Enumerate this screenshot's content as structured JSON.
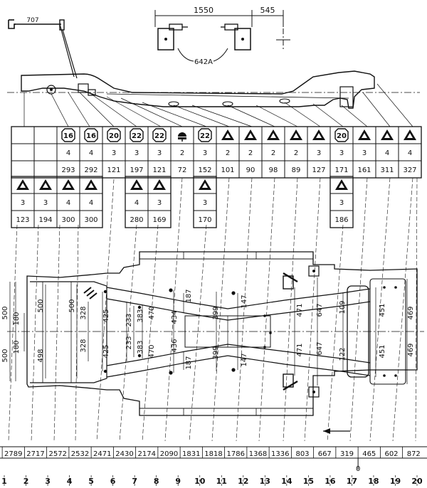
{
  "top": {
    "dim_left": "1550",
    "dim_right": "545",
    "label_642a": "642A",
    "label_707": "707"
  },
  "table_top": {
    "symbols": [
      "",
      "",
      "16",
      "16",
      "20",
      "22",
      "22",
      "dome",
      "22",
      "tri",
      "tri",
      "tri",
      "tri",
      "tri",
      "20",
      "tri",
      "tri",
      "tri"
    ],
    "counts": [
      "",
      "",
      "4",
      "4",
      "3",
      "3",
      "3",
      "2",
      "3",
      "2",
      "2",
      "2",
      "2",
      "3",
      "3",
      "3",
      "4",
      "4"
    ],
    "values": [
      "",
      "",
      "293",
      "292",
      "121",
      "197",
      "121",
      "72",
      "152",
      "101",
      "90",
      "98",
      "89",
      "127",
      "171",
      "161",
      "311",
      "327"
    ]
  },
  "table_sub1": {
    "counts": [
      "3",
      "3",
      "4",
      "4"
    ],
    "values": [
      "123",
      "194",
      "300",
      "300"
    ]
  },
  "table_sub2": {
    "counts": [
      "4",
      "3"
    ],
    "values": [
      "280",
      "169"
    ]
  },
  "table_sub3": {
    "counts": [
      "3"
    ],
    "values": [
      "170"
    ]
  },
  "table_sub4": {
    "counts": [
      "3"
    ],
    "values": [
      "186"
    ]
  },
  "plan_dims": [
    {
      "t": "500"
    },
    {
      "t": "500"
    },
    {
      "t": "180"
    },
    {
      "t": "180"
    },
    {
      "t": "500"
    },
    {
      "t": "498"
    },
    {
      "t": "500"
    },
    {
      "t": "328"
    },
    {
      "t": "328"
    },
    {
      "t": "425"
    },
    {
      "t": "425"
    },
    {
      "t": "233"
    },
    {
      "t": "233"
    },
    {
      "t": "383"
    },
    {
      "t": "383"
    },
    {
      "t": "470"
    },
    {
      "t": "470"
    },
    {
      "t": "434"
    },
    {
      "t": "436"
    },
    {
      "t": "187"
    },
    {
      "t": "187"
    },
    {
      "t": "399"
    },
    {
      "t": "399"
    },
    {
      "t": "147"
    },
    {
      "t": "147"
    },
    {
      "t": "471"
    },
    {
      "t": "471"
    },
    {
      "t": "647"
    },
    {
      "t": "647"
    },
    {
      "t": "109"
    },
    {
      "t": "122"
    },
    {
      "t": "451"
    },
    {
      "t": "451"
    },
    {
      "t": "469"
    },
    {
      "t": "469"
    }
  ],
  "bottom_values": [
    "2789",
    "2717",
    "2572",
    "2532",
    "2471",
    "2430",
    "2174",
    "2090",
    "1831",
    "1818",
    "1786",
    "1368",
    "1336",
    "803",
    "667",
    "319",
    "465",
    "602",
    "872"
  ],
  "zero_label": "0",
  "points": [
    "1",
    "2",
    "3",
    "4",
    "5",
    "6",
    "7",
    "8",
    "9",
    "10",
    "11",
    "12",
    "13",
    "14",
    "15",
    "16",
    "17",
    "18",
    "19",
    "20"
  ]
}
